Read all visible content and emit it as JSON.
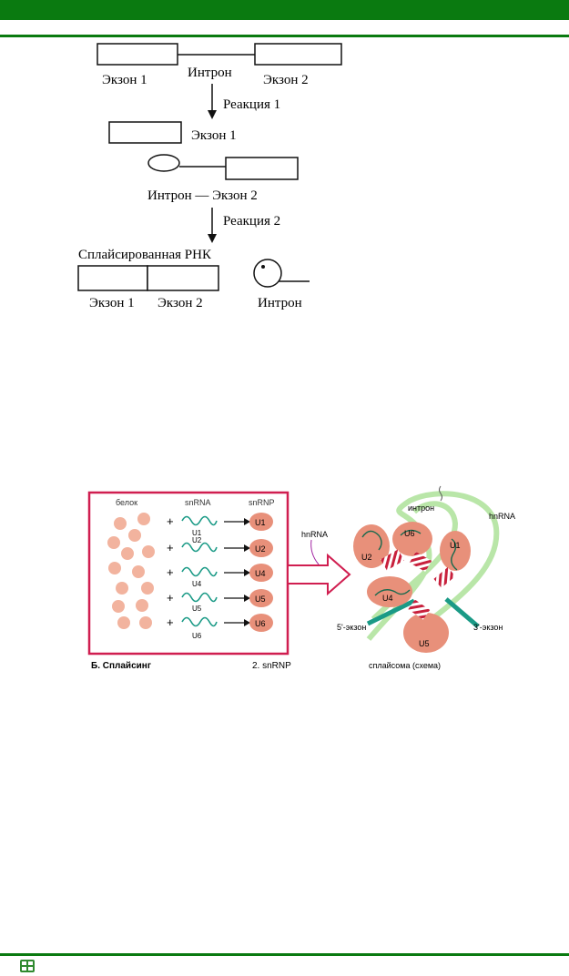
{
  "diagram1": {
    "row1": {
      "exon1": "Экзон 1",
      "intron": "Интрон",
      "exon2": "Экзон 2"
    },
    "reaction1": "Реакция 1",
    "row2": {
      "exon1": "Экзон 1",
      "intron_exon2": "Интрон — Экзон 2"
    },
    "reaction2": "Реакция 2",
    "row3": {
      "title": "Сплайсированная РНК",
      "exon1": "Экзон 1",
      "exon2": "Экзон 2",
      "intron": "Интрон"
    }
  },
  "diagram2": {
    "col_protein": "белок",
    "col_snrna": "snRNA",
    "col_snrnp": "snRNP",
    "rows": [
      {
        "rna": "U1",
        "rnp": "U1"
      },
      {
        "rna": "U2",
        "rnp": "U2"
      },
      {
        "rna": "U4",
        "rnp": "U4"
      },
      {
        "rna": "U5",
        "rnp": "U5"
      },
      {
        "rna": "U6",
        "rnp": "U6"
      }
    ],
    "plus": "+",
    "caption_left": "Б. Сплайсинг",
    "caption_mid": "2. snRNP",
    "hnrna_arrow": "hnRNA",
    "intron": "интрон",
    "hnrna": "hnRNA",
    "exon5": "5'-экзон",
    "exon3": "3'-экзон",
    "spliceosome": "сплайсома (схема)",
    "particles": {
      "u1": "U1",
      "u2": "U2",
      "u4": "U4",
      "u5": "U5",
      "u6": "U6"
    }
  },
  "colors": {
    "brand_green": "#0a7a10",
    "frame_red": "#d01e50",
    "snrnp_salmon": "#e8907a",
    "rna_teal": "#1a9a86",
    "loop_green": "#b9e6a8"
  }
}
